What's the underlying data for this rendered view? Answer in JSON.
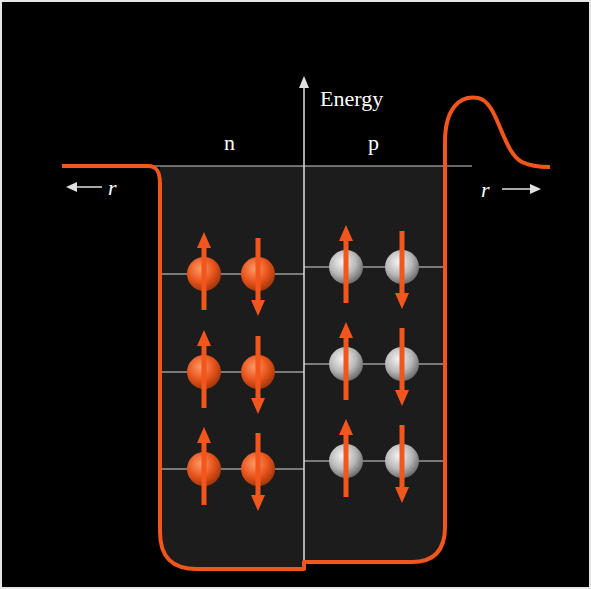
{
  "diagram": {
    "labels": [
      "Energy",
      "n",
      "p",
      "r",
      "r"
    ]
  }
}
